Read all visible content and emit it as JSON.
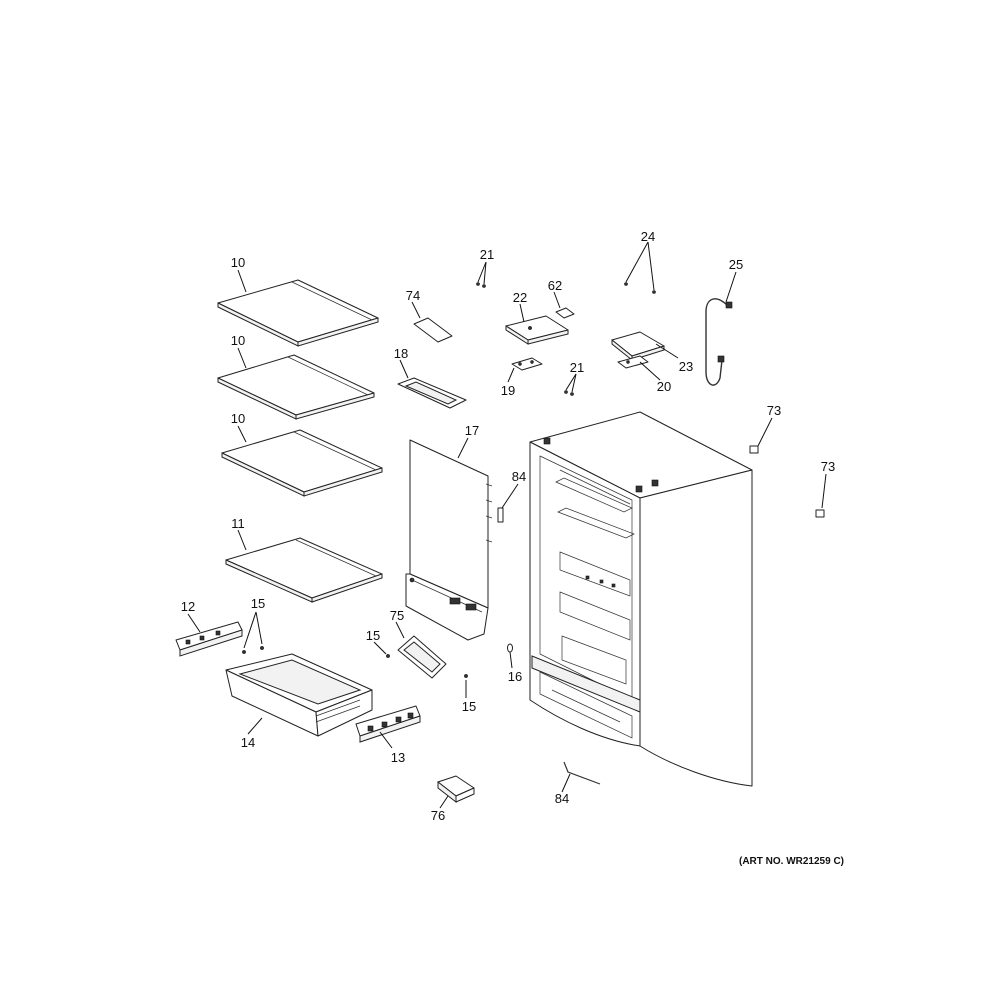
{
  "art_number": "(ART NO. WR21259 C)",
  "callouts": [
    {
      "id": "c10a",
      "text": "10"
    },
    {
      "id": "c10b",
      "text": "10"
    },
    {
      "id": "c10c",
      "text": "10"
    },
    {
      "id": "c11",
      "text": "11"
    },
    {
      "id": "c12",
      "text": "12"
    },
    {
      "id": "c13",
      "text": "13"
    },
    {
      "id": "c14",
      "text": "14"
    },
    {
      "id": "c15a",
      "text": "15"
    },
    {
      "id": "c15b",
      "text": "15"
    },
    {
      "id": "c15c",
      "text": "15"
    },
    {
      "id": "c16",
      "text": "16"
    },
    {
      "id": "c17",
      "text": "17"
    },
    {
      "id": "c18",
      "text": "18"
    },
    {
      "id": "c19",
      "text": "19"
    },
    {
      "id": "c20",
      "text": "20"
    },
    {
      "id": "c21a",
      "text": "21"
    },
    {
      "id": "c21b",
      "text": "21"
    },
    {
      "id": "c22",
      "text": "22"
    },
    {
      "id": "c23",
      "text": "23"
    },
    {
      "id": "c24",
      "text": "24"
    },
    {
      "id": "c25",
      "text": "25"
    },
    {
      "id": "c62",
      "text": "62"
    },
    {
      "id": "c73a",
      "text": "73"
    },
    {
      "id": "c73b",
      "text": "73"
    },
    {
      "id": "c74",
      "text": "74"
    },
    {
      "id": "c75",
      "text": "75"
    },
    {
      "id": "c76",
      "text": "76"
    },
    {
      "id": "c84a",
      "text": "84"
    },
    {
      "id": "c84b",
      "text": "84"
    }
  ]
}
